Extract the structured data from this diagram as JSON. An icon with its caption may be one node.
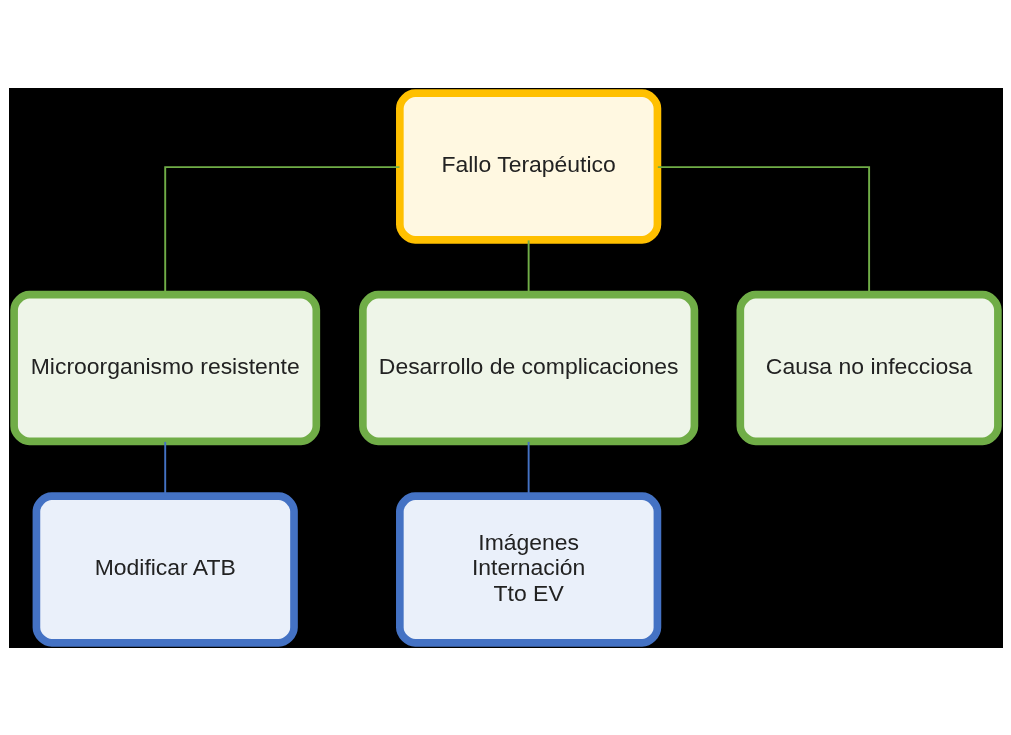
{
  "diagram": {
    "nodes": [
      {
        "text": [
          "Fallo Terapéutico"
        ]
      },
      {
        "text": [
          "Microorganismo resistente"
        ]
      },
      {
        "text": [
          "Desarrollo de complicaciones"
        ]
      },
      {
        "text": [
          "Causa no infecciosa"
        ]
      },
      {
        "text": [
          "Modificar ATB"
        ]
      },
      {
        "text": [
          "Imágenes",
          "Internación",
          "Tto EV"
        ]
      }
    ],
    "edges": [
      {
        "from": 0,
        "to": 1,
        "arrow": "none"
      },
      {
        "from": 0,
        "to": 2,
        "arrow": "none"
      },
      {
        "from": 0,
        "to": 3,
        "arrow": "none"
      },
      {
        "from": 1,
        "to": 4,
        "arrow": "none",
        "color": "#4472c4"
      },
      {
        "from": 2,
        "to": 5,
        "arrow": "none",
        "color": "#4472c4"
      }
    ]
  }
}
